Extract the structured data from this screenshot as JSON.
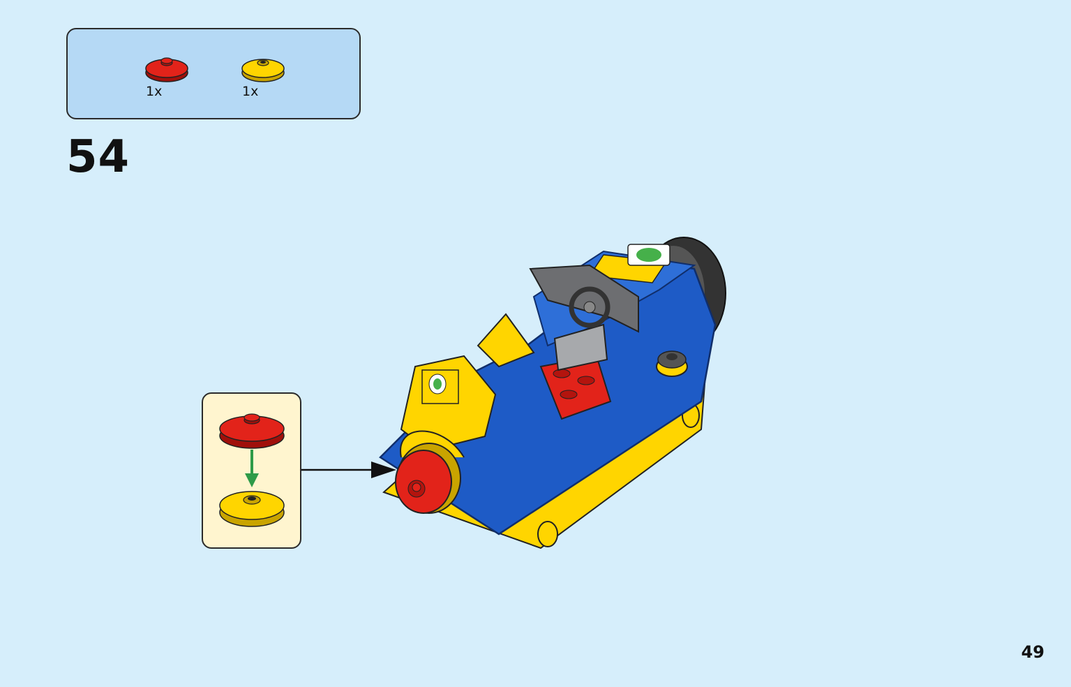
{
  "parts_list": {
    "items": [
      {
        "icon": "red-round-tile-icon",
        "color": "#e2231a",
        "quantity": "1x"
      },
      {
        "icon": "yellow-round-tile-icon",
        "color": "#ffd500",
        "quantity": "1x"
      }
    ]
  },
  "step": {
    "number": "54"
  },
  "page": {
    "number": "49"
  },
  "colors": {
    "background": "#d6eefb",
    "parts_box": "#b5d9f5",
    "callout_box": "#fff5cf",
    "brick_blue": "#1e5bc6",
    "brick_yellow": "#ffd500",
    "brick_red": "#e2231a",
    "arrow_green": "#2e9b48"
  }
}
